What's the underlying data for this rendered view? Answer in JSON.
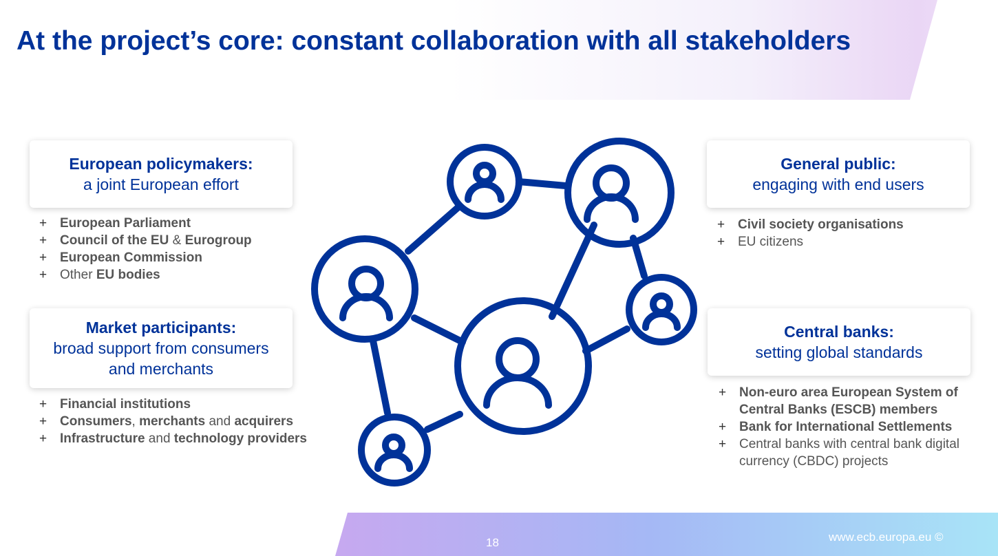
{
  "slide": {
    "title": "At the project’s core: constant collaboration with all stakeholders",
    "page_number": "18",
    "footer_url": "www.ecb.europa.eu ©",
    "accent_color": "#003299"
  },
  "cards": {
    "policymakers": {
      "title": "European policymakers:",
      "subtitle": "a joint European effort"
    },
    "public": {
      "title": "General public:",
      "subtitle": "engaging with end users"
    },
    "market": {
      "title": "Market participants:",
      "subtitle_line1": "broad support from consumers",
      "subtitle_line2": "and merchants"
    },
    "central_banks": {
      "title": "Central banks:",
      "subtitle": "setting global standards"
    }
  },
  "lists": {
    "policymakers": [
      {
        "parts": [
          {
            "text": "European Parliament",
            "bold": true
          }
        ]
      },
      {
        "parts": [
          {
            "text": "Council of the EU",
            "bold": true
          },
          {
            "text": " & ",
            "bold": false
          },
          {
            "text": "Eurogroup",
            "bold": true
          }
        ]
      },
      {
        "parts": [
          {
            "text": "European Commission",
            "bold": true
          }
        ]
      },
      {
        "parts": [
          {
            "text": "Other ",
            "bold": false
          },
          {
            "text": "EU bodies",
            "bold": true
          }
        ]
      }
    ],
    "public": [
      {
        "parts": [
          {
            "text": "Civil society organisations",
            "bold": true
          }
        ]
      },
      {
        "parts": [
          {
            "text": "EU citizens",
            "bold": false
          }
        ]
      }
    ],
    "market": [
      {
        "parts": [
          {
            "text": "Financial institutions",
            "bold": true
          }
        ]
      },
      {
        "parts": [
          {
            "text": "Consumers",
            "bold": true
          },
          {
            "text": ", ",
            "bold": false
          },
          {
            "text": "merchants",
            "bold": true
          },
          {
            "text": " and ",
            "bold": false
          },
          {
            "text": "acquirers",
            "bold": true
          }
        ]
      },
      {
        "parts": [
          {
            "text": "Infrastructure",
            "bold": true
          },
          {
            "text": " and ",
            "bold": false
          },
          {
            "text": "technology providers",
            "bold": true
          }
        ]
      }
    ],
    "central_banks": [
      {
        "parts": [
          {
            "text": "Non-euro area European System of Central Banks (ESCB) members",
            "bold": true
          }
        ]
      },
      {
        "parts": [
          {
            "text": "Bank for International Settlements",
            "bold": true
          }
        ]
      },
      {
        "parts": [
          {
            "text": "Central banks with central bank digital currency (CBDC) projects",
            "bold": false
          }
        ]
      }
    ]
  },
  "bullet_symbol": "+",
  "network_icon": "stakeholder-network-icon"
}
